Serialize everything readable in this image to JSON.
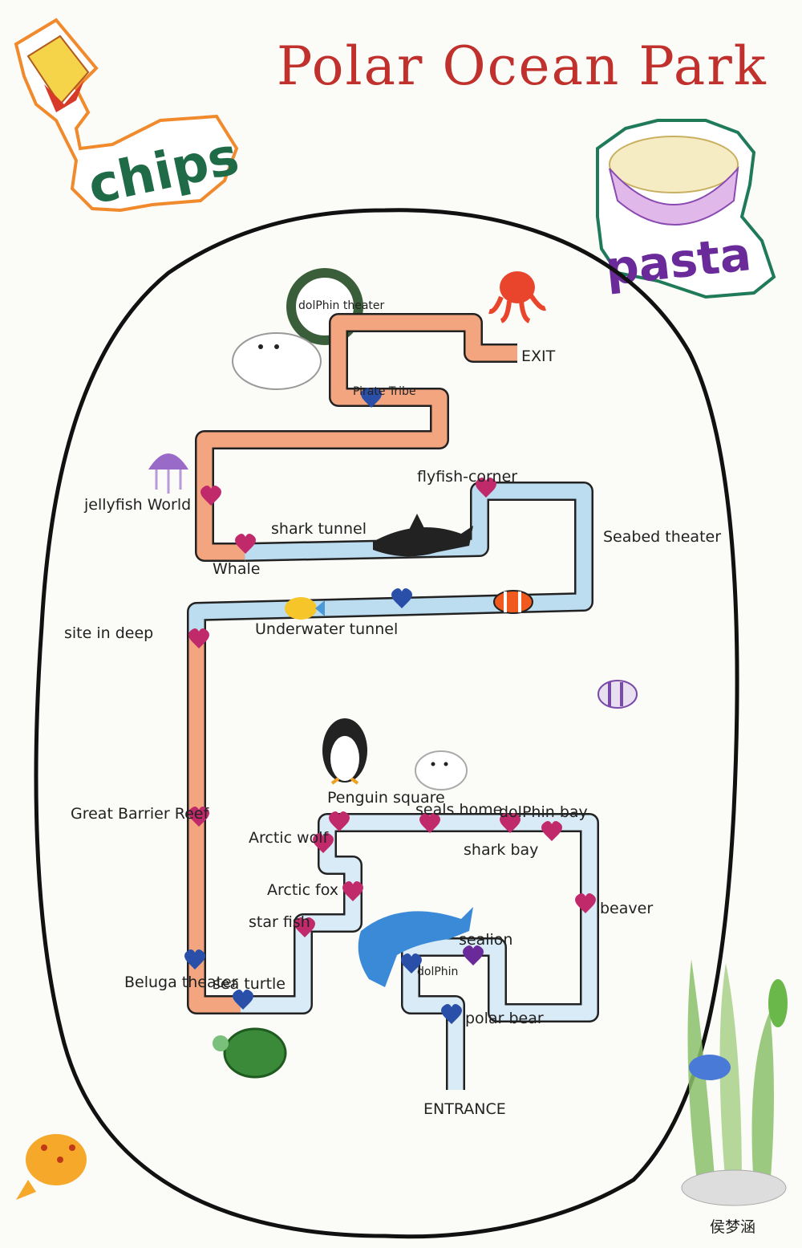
{
  "title": "Polar Ocean Park",
  "food": {
    "left": "chips",
    "right": "pasta"
  },
  "exit": "EXIT",
  "entrance": "ENTRANCE",
  "stops": {
    "dolphin_theater": "dolPhin theater",
    "pirate_tribe": "Pirate Tribe",
    "flyfish_corner": "flyfish-corner",
    "jellyfish_world": "jellyfish World",
    "shark_tunnel": "shark tunnel",
    "seabed_theater": "Seabed theater",
    "whale": "Whale",
    "site_in_deep": "site in deep",
    "underwater_tunnel": "Underwater tunnel",
    "great_barrier_reef": "Great Barrier Reef",
    "penguin_square": "Penguin square",
    "seals_home": "seals home",
    "dolphin_bay": "dolPhin bay",
    "arctic_wolf": "Arctic wolf",
    "shark_bay": "shark bay",
    "arctic_fox": "Arctic fox",
    "star_fish": "star fish",
    "beaver": "beaver",
    "sea_lion": "sealion",
    "beluga_theater": "Beluga theater",
    "sea_turtle": "sea turtle",
    "dolphin": "dolPhin",
    "polar_bear": "polar bear"
  },
  "signature": "侯梦涵",
  "colors": {
    "title": "#c0302c",
    "path_orange": "#f3a580",
    "path_blue": "#bcdcf0",
    "heart_pink": "#c02a6a",
    "heart_blue": "#2a4fa8",
    "chips_text": "#1f6b48",
    "pasta_text": "#6a2a9a"
  }
}
